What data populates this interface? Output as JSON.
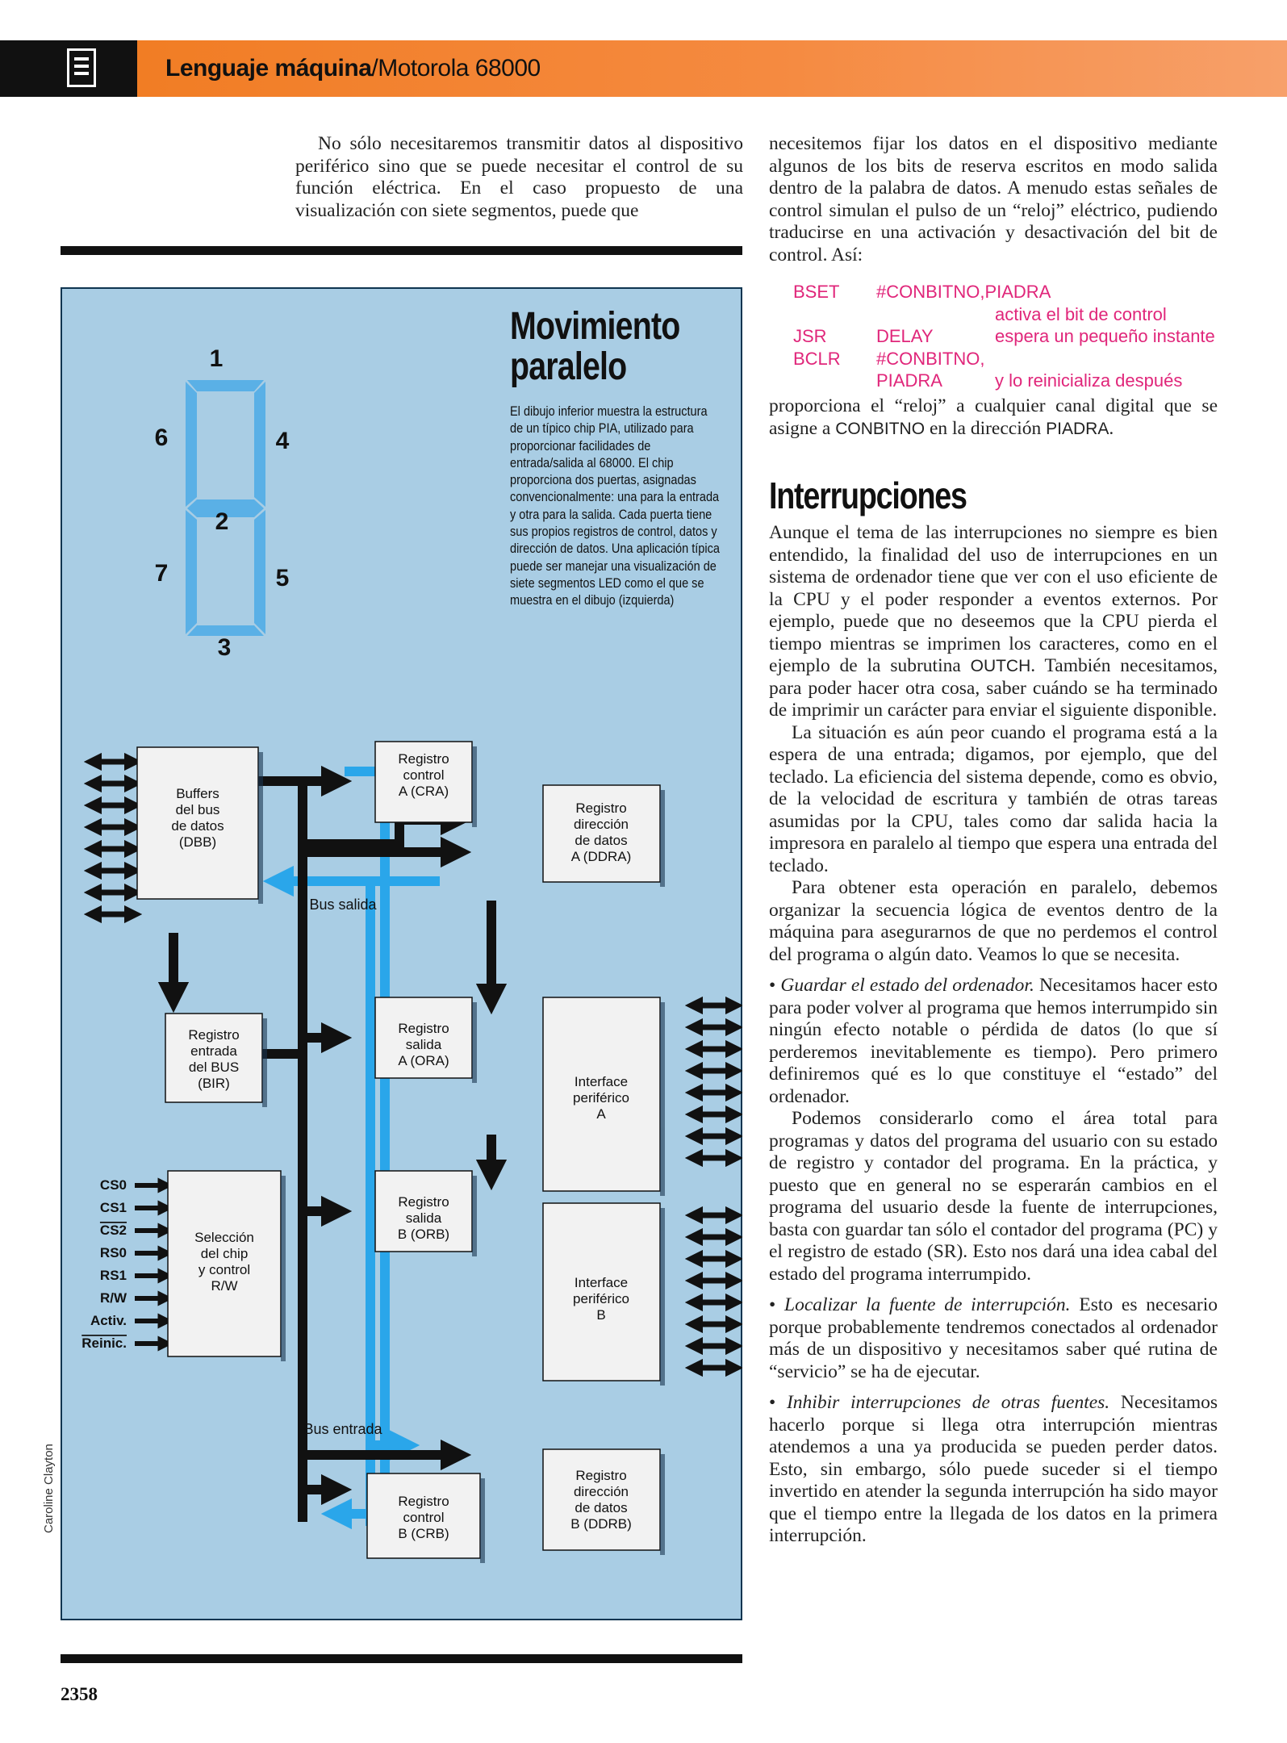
{
  "header": {
    "title_bold": "Lenguaje máquina",
    "title_rest": "/Motorola 68000"
  },
  "col1": {
    "p1": "No sólo necesitaremos transmitir datos al dispositivo periférico sino que se puede necesitar el control de su función eléctrica. En el caso propuesto de una visualización con siete segmentos, puede que"
  },
  "col2": {
    "p1": "necesitemos fijar los datos en el dispositivo mediante algunos de los bits de reserva escritos en modo salida dentro de la palabra de datos. A menudo estas señales de control simulan el pulso de un “reloj” eléctrico, pudiendo traducirse en una activación y desactivación del bit de control. Así:",
    "code": {
      "r1": {
        "op": "BSET",
        "arg": "#CONBITNO,PIADRA",
        "cmt": ""
      },
      "r1b": {
        "cmt": "activa el bit de control"
      },
      "r2": {
        "op": "JSR",
        "arg": "DELAY",
        "cmt": "espera un pequeño instante"
      },
      "r3": {
        "op": "BCLR",
        "arg": "#CONBITNO,",
        "cmt": ""
      },
      "r4": {
        "arg": "PIADRA",
        "cmt": "y lo reinicializa después"
      }
    },
    "p2_a": "proporciona el “reloj” a cualquier canal digital que se asigne a ",
    "p2_b": "CONBITNO",
    "p2_c": " en la dirección ",
    "p2_d": "PIADRA",
    "p2_e": ".",
    "heading": "Interrupciones",
    "p3_a": "Aunque el tema de las interrupciones no siempre es bien entendido, la finalidad del uso de interrupciones en un sistema de ordenador tiene que ver con el uso eficiente de la CPU y el poder responder a eventos externos. Por ejemplo, puede que no deseemos que la CPU pierda el tiempo mientras se imprimen los caracteres, como en el ejemplo de la subrutina ",
    "p3_b": "OUTCH",
    "p3_c": ". También necesitamos, para poder hacer otra cosa, saber cuándo se ha terminado de imprimir un carácter para enviar el siguiente disponible.",
    "p4": "La situación es aún peor cuando el programa está a la espera de una entrada; digamos, por ejemplo, que del teclado. La eficiencia del sistema depende, como es obvio, de la velocidad de escritura y también de otras tareas asumidas por la CPU, tales como dar salida hacia la impresora en paralelo al tiempo que espera una entrada del teclado.",
    "p5": "Para obtener esta operación en paralelo, debemos organizar la secuencia lógica de eventos dentro de la máquina para asegurarnos de que no perdemos el control del programa o algún dato. Veamos lo que se necesita.",
    "b1_it": "Guardar el estado del ordenador.",
    "b1": " Necesitamos hacer esto para poder volver al programa que hemos interrumpido sin ningún efecto notable o pérdida de datos (lo que sí perderemos inevitablemente es tiempo). Pero primero definiremos qué es lo que constituye el “estado” del ordenador.",
    "p6": "Podemos considerarlo como el área total para programas y datos del programa del usuario con su estado de registro y contador del programa. En la práctica, y puesto que en general no se esperarán cambios en el programa del usuario desde la fuente de interrupciones, basta con guardar tan sólo el contador del programa (PC) y el registro de estado (SR). Esto nos dará una idea cabal del estado del programa interrumpido.",
    "b2_it": "Localizar la fuente de interrupción.",
    "b2": " Esto es necesario porque probablemente tendremos conectados al ordenador más de un dispositivo y necesitamos saber qué rutina de “servicio” se ha de ejecutar.",
    "b3_it": "Inhibir interrupciones de otras fuentes.",
    "b3": " Necesitamos hacerlo porque si llega otra interrupción mientras atendemos a una ya producida se pueden perder datos. Esto, sin embargo, sólo puede suceder si el tiempo invertido en atender la segunda interrupción ha sido mayor que el tiempo entre la llegada de los datos en la primera interrupción."
  },
  "figure": {
    "title_1": "Movimiento",
    "title_2": "paralelo",
    "caption": "El dibujo inferior muestra la estructura de un típico chip PIA, utilizado para proporcionar facilidades de entrada/salida al 68000. El chip proporciona dos puertas, asignadas convencionalmente: una para la entrada y otra para la salida. Cada puerta tiene sus propios registros de control, datos y dirección de datos. Una aplicación típica puede ser manejar una visualización de siete segmentos LED como el que se muestra en el dibujo (izquierda)",
    "segments": {
      "s1": "1",
      "s2": "2",
      "s3": "3",
      "s4": "4",
      "s5": "5",
      "s6": "6",
      "s7": "7"
    },
    "blocks": {
      "dbb": [
        "Buffers",
        "del bus",
        "de datos",
        "(DBB)"
      ],
      "bir": [
        "Registro",
        "entrada",
        "del BUS",
        "(BIR)"
      ],
      "sel": [
        "Selección",
        "del chip",
        "y control",
        "R/W"
      ],
      "cra": [
        "Registro",
        "control",
        "A (CRA)"
      ],
      "ddra": [
        "Registro",
        "dirección",
        "de datos",
        "A (DDRA)"
      ],
      "ora": [
        "Registro",
        "salida",
        "A (ORA)"
      ],
      "ifa": [
        "Interface",
        "periférico",
        "A"
      ],
      "orb": [
        "Registro",
        "salida",
        "B (ORB)"
      ],
      "ifb": [
        "Interface",
        "periférico",
        "B"
      ],
      "crb": [
        "Registro",
        "control",
        "B (CRB)"
      ],
      "ddrb": [
        "Registro",
        "dirección",
        "de datos",
        "B (DDRB)"
      ]
    },
    "bus_salida": "Bus salida",
    "bus_entrada": "Bus entrada",
    "pins": [
      "CS0",
      "CS1",
      "CS2",
      "RS0",
      "RS1",
      "R/W",
      "Activ.",
      "Reinic."
    ]
  },
  "credit": "Caroline Clayton",
  "page_number": "2358",
  "colors": {
    "header": "#f07a1e",
    "figure_bg": "#a9cde4",
    "segment": "#5ab0e6",
    "bus_blue": "#2aa6ea",
    "code": "#e0267a"
  }
}
